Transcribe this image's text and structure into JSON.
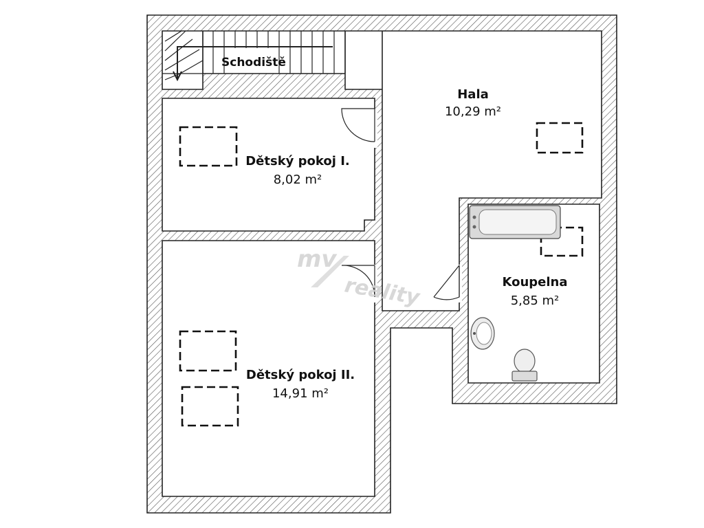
{
  "rooms": {
    "stairs": {
      "name": "Schodiště"
    },
    "hall": {
      "name": "Hala",
      "area": "10,29 m²"
    },
    "kids_room_1": {
      "name": "Dětský pokoj I.",
      "area": "8,02 m²"
    },
    "kids_room_2": {
      "name": "Dětský pokoj II.",
      "area": "14,91 m²"
    },
    "bathroom": {
      "name": "Koupelna",
      "area": "5,85 m²"
    }
  },
  "watermark": {
    "line1": "mv",
    "line2": "reality"
  }
}
